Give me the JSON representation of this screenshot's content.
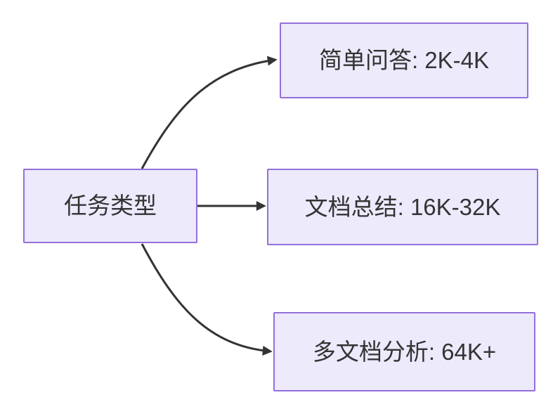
{
  "diagram": {
    "type": "flowchart",
    "direction": "left-to-right",
    "colors": {
      "background": "#FFFFFF",
      "node_fill": "#ECEAFB",
      "node_border": "#9370DB",
      "edge": "#333333",
      "text": "#333333"
    },
    "nodes": {
      "task_type": {
        "label": "任务类型"
      },
      "simple_qa": {
        "label": "简单问答: 2K-4K"
      },
      "doc_summary": {
        "label": "文档总结: 16K-32K"
      },
      "multi_doc": {
        "label": "多文档分析: 64K+"
      }
    },
    "edges": [
      {
        "from": "task_type",
        "to": "simple_qa"
      },
      {
        "from": "task_type",
        "to": "doc_summary"
      },
      {
        "from": "task_type",
        "to": "multi_doc"
      }
    ]
  }
}
